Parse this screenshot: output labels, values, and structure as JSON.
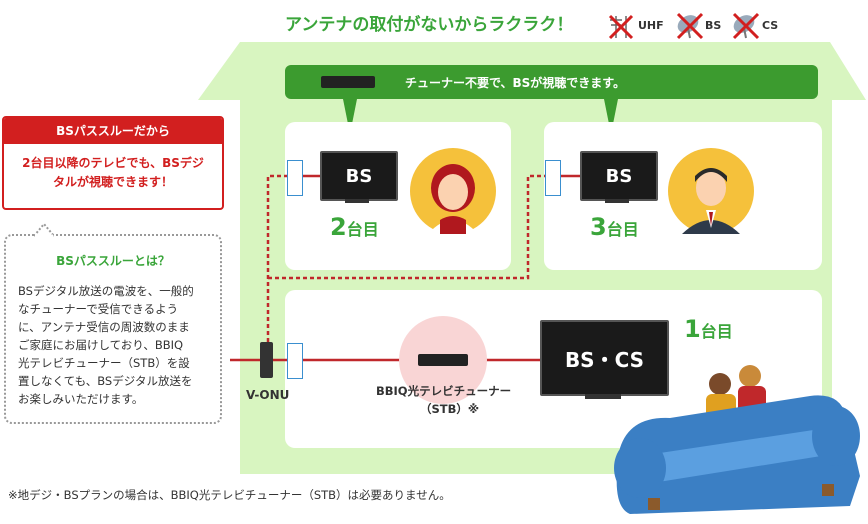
{
  "headline": "アンテナの取付がないからラクラク！",
  "antennas": [
    {
      "label": "UHF",
      "icon": "uhf-antenna-crossed-icon"
    },
    {
      "label": "BS",
      "icon": "bs-dish-crossed-icon"
    },
    {
      "label": "CS",
      "icon": "cs-dish-crossed-icon"
    }
  ],
  "banner": {
    "text": "チューナー不要で、BSが視聴できます。",
    "icon": "tuner-box-icon"
  },
  "rooms": [
    {
      "tv_label": "BS",
      "floor_label": "2",
      "floor_suffix": "台目",
      "person_icon": "woman-avatar-icon"
    },
    {
      "tv_label": "BS",
      "floor_label": "3",
      "floor_suffix": "台目",
      "person_icon": "man-avatar-icon"
    },
    {
      "tv_label": "BS・CS",
      "floor_label": "1",
      "floor_suffix": "台目",
      "device_label_1": "BBIQ光テレビチューナー",
      "device_label_2": "（STB）※"
    }
  ],
  "vonu_label": "V-ONU",
  "red_box": {
    "title": "BSパススルーだから",
    "body_1": "2台目以降のテレビでも、BSデジ",
    "body_2": "タルが視聴できます！"
  },
  "info_box": {
    "title": "BSパススルーとは？",
    "lines": [
      "BSデジタル放送の電波を、一般的",
      "なチューナーで受信できるよう",
      "に、アンテナ受信の周波数のまま",
      "ご家庭にお届けしており、BBIQ",
      "光テレビチューナー（STB）を設",
      "置しなくても、BSデジタル放送を",
      "お楽しみいただけます。"
    ]
  },
  "footnote": "※地デジ・BSプランの場合は、BBIQ光テレビチューナー（STB）は必要ありません。",
  "colors": {
    "house": "#d8f5c0",
    "accent_green": "#3aa53a",
    "banner_green": "#3c9b2f",
    "red": "#d21f1f",
    "sofa_blue": "#3b7fc4"
  }
}
